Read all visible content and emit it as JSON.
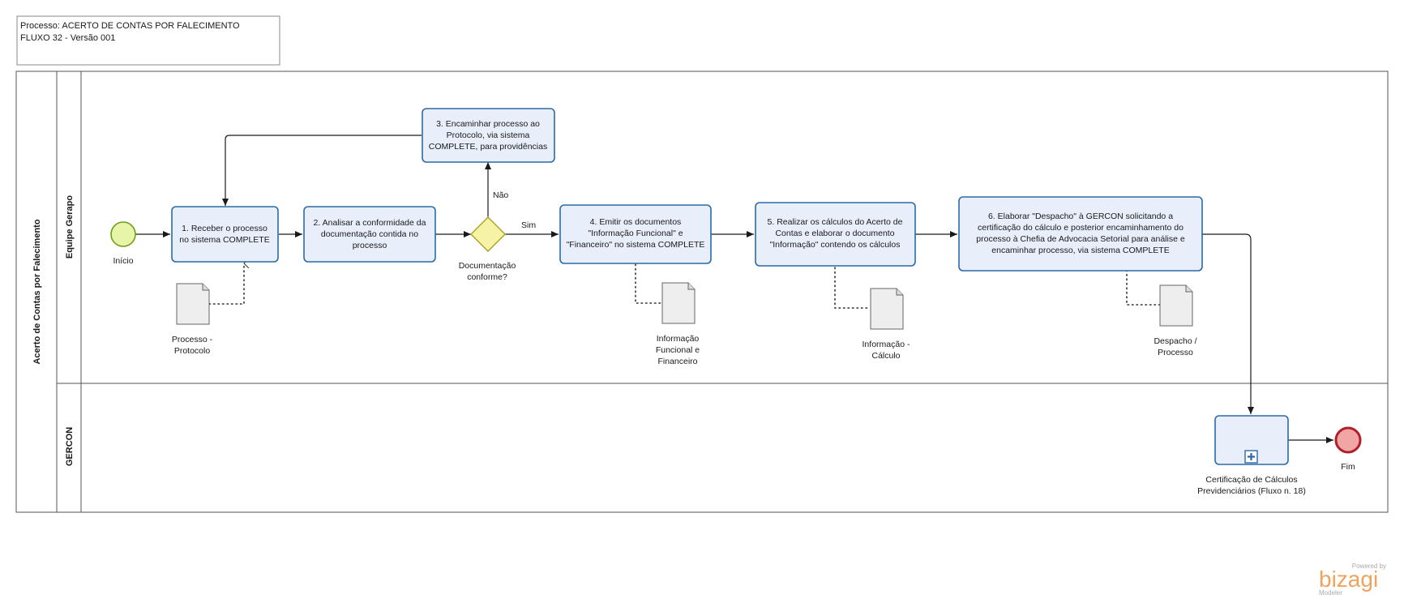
{
  "header": {
    "process_line": "Processo: ACERTO DE CONTAS POR FALECIMENTO",
    "flow_line": "FLUXO 32 - Versão 001"
  },
  "pool": {
    "label": "Acerto de Contas por Falecimento"
  },
  "lanes": [
    {
      "label": "Equipe Gerapo"
    },
    {
      "label": "GERCON"
    }
  ],
  "events": {
    "start": {
      "label": "Início",
      "color": "#e6f5a8"
    },
    "end": {
      "label": "Fim",
      "color": "#f2a5a5"
    }
  },
  "tasks": [
    {
      "lines": [
        "1. Receber o processo",
        "no sistema COMPLETE"
      ]
    },
    {
      "lines": [
        "2. Analisar a conformidade da",
        "documentação contida no",
        "processo"
      ]
    },
    {
      "lines": [
        "3. Encaminhar processo ao",
        "Protocolo, via sistema",
        "COMPLETE, para providências"
      ]
    },
    {
      "lines": [
        "4. Emitir os documentos",
        "\"Informação Funcional\" e",
        "\"Financeiro\" no sistema COMPLETE"
      ]
    },
    {
      "lines": [
        "5. Realizar os cálculos do Acerto de",
        "Contas e elaborar o documento",
        "\"Informação\" contendo os cálculos"
      ]
    },
    {
      "lines": [
        "6. Elaborar \"Despacho\" à GERCON solicitando a",
        "certificação do cálculo e posterior encaminhamento do",
        "processo à Chefia de Advocacia Setorial para análise e",
        "encaminhar processo, via sistema COMPLETE"
      ]
    }
  ],
  "gateway": {
    "lines": [
      "Documentação",
      "conforme?"
    ],
    "color": "#f7f3a6"
  },
  "flow_labels": {
    "no": "Não",
    "yes": "Sim"
  },
  "documents": [
    {
      "lines": [
        "Processo -",
        "Protocolo"
      ]
    },
    {
      "lines": [
        "Informação",
        "Funcional e",
        "Financeiro"
      ]
    },
    {
      "lines": [
        "Informação -",
        "Cálculo"
      ]
    },
    {
      "lines": [
        "Despacho /",
        "Processo"
      ]
    }
  ],
  "subprocess": {
    "lines": [
      "Certificação de Cálculos",
      "Previdenciários (Fluxo n. 18)"
    ]
  },
  "watermark": {
    "top": "Powered by",
    "brand": "bizagi",
    "bottom": "Modeler"
  },
  "colors": {
    "task_fill": "#e9eefb",
    "task_border": "#2b6aa6",
    "brand": "#f0a35e"
  }
}
